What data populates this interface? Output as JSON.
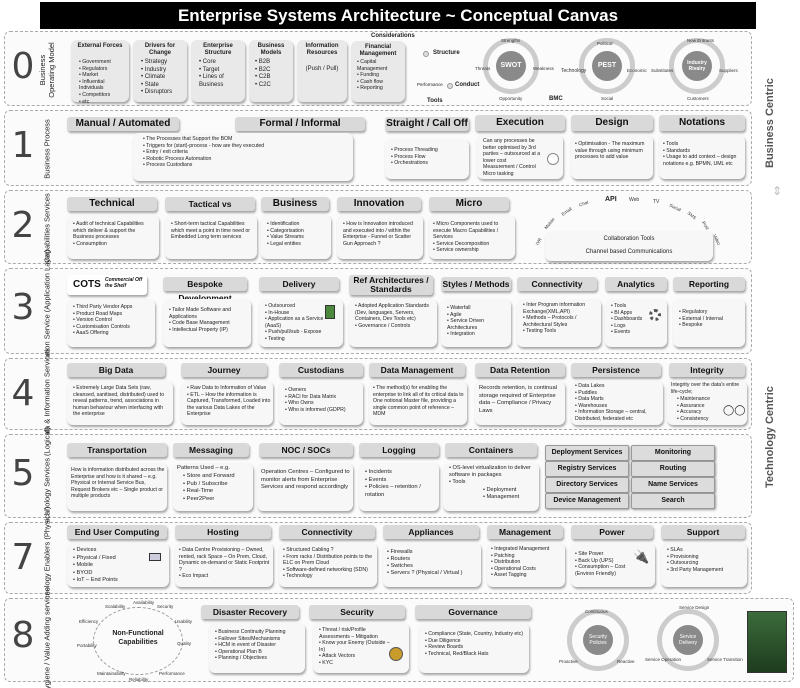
{
  "title": "Enterprise Systems Architecture ~ Conceptual Canvas",
  "side_labels": {
    "business": "Business Centric",
    "technology": "Technology Centric"
  },
  "rows": {
    "r0": {
      "num": "0",
      "label": "Business Operating Model",
      "boxes": {
        "ext": {
          "title": "External Forces",
          "items": [
            "Government",
            "Regulators",
            "Market",
            "Influential Individuals",
            "Competitors",
            "etc"
          ]
        },
        "drivers": {
          "title": "Drivers for Change",
          "items": [
            "Strategy",
            "Industry",
            "Climate",
            "State",
            "Disruptors"
          ]
        },
        "structure": {
          "title": "Enterprise Structure",
          "items": [
            "Core",
            "Target",
            "Lines of Business"
          ]
        },
        "models": {
          "title": "Business Models",
          "items": [
            "B2B",
            "B2C",
            "C2B",
            "C2C"
          ]
        },
        "info": {
          "title": "Information Resources",
          "body": "(Push / Pull)"
        },
        "considerations": "Considerations",
        "financial": {
          "title": "Financial Management",
          "items": [
            "Capital Management",
            "Funding",
            "Cash flow",
            "Reporting"
          ]
        }
      },
      "diagram": {
        "tools": "Tools",
        "structure": "Structure",
        "conduct": "Conduct",
        "performance": "Performance",
        "swot": "SWOT",
        "strengths": "Strengths",
        "weakness": "Weakness",
        "opportunity": "Opportunity",
        "threats": "Threats",
        "bmc": "BMC",
        "technology": "Technology",
        "pest": "PEST",
        "political": "Political",
        "economic": "Economic",
        "social": "Social",
        "rivalry": "Industry Rivalry",
        "new_entrants": "New Entrants",
        "substitutes": "Substitutes",
        "suppliers": "Suppliers",
        "customers": "Customers"
      }
    },
    "r1": {
      "num": "1",
      "label": "Business Process",
      "headers": {
        "manual": "Manual / Automated",
        "formal": "Formal / Informal",
        "straight": "Straight / Call Off",
        "execution": "Execution",
        "design": "Design",
        "notations": "Notations"
      },
      "items": {
        "main": [
          "The Processes that Support the BOM",
          "Triggers for (start)-process - how are they executed",
          "Entry / exit criteria",
          "Robotic Process Automation",
          "Process Custodians"
        ],
        "straight": [
          "Process Threading",
          "Process Flow",
          "Orchestrations"
        ],
        "execution": [
          "Can any processes be better optimised by 3rd parties – outsourced at a lower cost",
          "Measurement / Control",
          "Micro tasking"
        ],
        "design": [
          "Optimisation - The maximum value through using minimum processes to add value"
        ],
        "notations": [
          "Tools",
          "Standards",
          "Usage to add context – design notations e.g. BPMN, UML etc"
        ]
      }
    },
    "r2": {
      "num": "2",
      "label": "Capabilities Services",
      "headers": {
        "technical": "Technical",
        "tactical": "Tactical vs Operational",
        "business": "Business",
        "innovation": "Innovation",
        "micro": "Micro"
      },
      "items": {
        "technical": [
          "Audit of technical Capabilities which deliver & support the Business processes",
          "Consumption"
        ],
        "tactical": [
          "Short-term tactical Capabilities which meet a point in time need or Embedded Long term services"
        ],
        "business": [
          "Identification",
          "Categorisation",
          "Value Streams",
          "Legal entities"
        ],
        "innovation": [
          "How is Innovation introduced and executed into / within the Enterprise - Funnel or Scatter Gun Approach ?"
        ],
        "micro": [
          "Micro Components used to execute Macro Capabilities / Services",
          "Service Decomposition",
          "Service ownership"
        ]
      },
      "collab": {
        "title": "Collaboration Tools",
        "channel": "Channel based Communications",
        "api": "API",
        "web": "Web",
        "tv": "TV",
        "ivr": "IVR",
        "mobile": "Mobile",
        "email": "Email",
        "chat": "Chat",
        "social": "Social",
        "sms": "SMS",
        "post": "Post",
        "video": "Video"
      }
    },
    "r3": {
      "num": "3",
      "label": "Execution Service (Application Layer)",
      "headers": {
        "cots": "COTS",
        "cots_sub": "Commercial Off the Shelf",
        "bespoke": "Bespoke Development",
        "delivery": "Delivery",
        "ref": "Ref Architectures / Standards",
        "styles": "Styles / Methods",
        "connectivity": "Connectivity",
        "analytics": "Analytics",
        "reporting": "Reporting"
      },
      "items": {
        "cots": [
          "Third Party Vendor Apps",
          "Product Road Maps",
          "Version Control",
          "Customisation Controls",
          "AaaS Offering"
        ],
        "bespoke": [
          "Tailor Made Software and Applications",
          "Code Base Management",
          "Intellectual Property (IP)"
        ],
        "delivery": [
          "Outsourced",
          "In-House",
          "Application as a Service (AaaS)",
          "Push/pull/sub - Expose",
          "Testing"
        ],
        "ref": [
          "Adopted Application Standards (Dev, languages, Servers, Containers, Dev Tools etc)",
          "Governance / Controls"
        ],
        "styles": [
          "Waterfall",
          "Agile",
          "Service Driven Architectures",
          "Integration"
        ],
        "connectivity": [
          "Inter Program information Exchange(XML,API)",
          "Methods – Protocols / Architectural Styles",
          "Testing Tools"
        ],
        "analytics": [
          "Tools",
          "BI Apps",
          "Dashboards",
          "Logs",
          "Events"
        ],
        "reporting": [
          "Regulatory",
          "External / Internal",
          "Bespoke"
        ]
      }
    },
    "r4": {
      "num": "4",
      "label": "Data & Information Services",
      "headers": {
        "bigdata": "Big Data",
        "journey": "Journey",
        "custodians": "Custodians",
        "dm": "Data Management",
        "retention": "Data Retention",
        "persistence": "Persistence",
        "integrity": "Integrity"
      },
      "items": {
        "bigdata": [
          "Extremely Large Data Sets (raw, cleansed, sanitised, distributed) used to reveal patterns, trend, associations in human behaviour when interfacing with the enterprise"
        ],
        "journey": [
          "Raw Data to Information of Value",
          "ETL – How the information is Captured, Transformed, Loaded into the various Data Lakes of the Enterprise"
        ],
        "custodians": [
          "Owners",
          "RACI for Data Matrix",
          "Who Owns",
          "Who is informed (GDPR)"
        ],
        "dm": [
          "The method(s) for enabling the enterprise to link all of its critical data to One notional Master file, providing a single common point of reference – MDM"
        ],
        "retention": "Records retention, is continual storage required of Enterprise data – Compliance / Privacy Laws",
        "persistence": [
          "Data Lakes",
          "Puddles",
          "Data Marts",
          "Warehouses",
          "Information Storage – central, Distributed, federated etc"
        ],
        "integrity": {
          "intro": "Integrity over the data's entire life-cycle;",
          "items": [
            "Maintenance",
            "Assurance",
            "Accuracy",
            "Consistency"
          ]
        }
      }
    },
    "r5": {
      "num": "5",
      "label": "Technology Services (Logical)",
      "headers": {
        "transportation": "Transportation",
        "messaging": "Messaging",
        "noc": "NOC / SOCs",
        "logging": "Logging",
        "containers": "Containers"
      },
      "items": {
        "transportation": "How is information distributed across the Enterprise and how is it shared – e.g. Physical or Internal Service Bus, Request Brokers etc – Single product or multiple products",
        "messaging": {
          "intro": "Patterns Used – e.g.",
          "items": [
            "Store and Forward",
            "Pub / Subscribe",
            "Real-Time",
            "Peer2Peer"
          ]
        },
        "noc": "Operation Centres – Configured to monitor alerts from Enterprise Services and respond accordingly",
        "logging": [
          "Incidents",
          "Events",
          "Policies – retention / rotation"
        ],
        "containers": {
          "first": "OS-level virtualization to deliver software in packages",
          "tools": "Tools",
          "sub": [
            "Deployment",
            "Management"
          ]
        }
      },
      "buttons": {
        "deployment": "Deployment Services",
        "monitoring": "Monitoring",
        "registry": "Registry Services",
        "routing": "Routing",
        "directory": "Directory Services",
        "name": "Name Services",
        "device": "Device Management",
        "search": "Search"
      }
    },
    "r7": {
      "num": "7",
      "label": "Technology Enablers (Physical)",
      "headers": {
        "euc": "End User Computing",
        "hosting": "Hosting",
        "connectivity": "Connectivity",
        "appliances": "Appliances",
        "management": "Management",
        "power": "Power",
        "support": "Support"
      },
      "items": {
        "euc": [
          "Devices",
          "Physical / Fixed",
          "Mobile",
          "BYOD",
          "IoT – End Points"
        ],
        "hosting": [
          "Data Centre Provisioning – Owned, rented, rack Space – On Prem, Cloud, Dynamic on-demand or Static Footprint ?",
          "Eco Impact"
        ],
        "connectivity": [
          "Structured Cabling ?",
          "From racks / Distribution points to the ELC on Prem Cloud",
          "Software-defined networking (SDN)",
          "Technology"
        ],
        "appliances": [
          "Firewalls",
          "Routers",
          "Switches",
          "Servers ? (Physical / Virtual )"
        ],
        "management": [
          "Integrated Management",
          "Patching",
          "Distribution",
          "Operational Costs",
          "Asset Tagging"
        ],
        "power": [
          "Site Power",
          "Back Up (UPS)",
          "Consumption – Cost (Environ Friendly)"
        ],
        "support": [
          "SLAs",
          "Provisioning",
          "Outsourcing",
          "3rd Party Management"
        ]
      }
    },
    "r8": {
      "num": "8",
      "label": "Hygiene / Value Adding services",
      "nfc": "Non-Functional Capabilities",
      "nfc_ring": [
        "Scalability",
        "Availability",
        "Security",
        "Usability",
        "Quality",
        "Performance",
        "Reliability",
        "Maintainability",
        "Portability",
        "Efficiency"
      ],
      "headers": {
        "dr": "Disaster Recovery",
        "security": "Security",
        "governance": "Governance"
      },
      "items": {
        "dr": [
          "Business Continuity Planning",
          "Failover Sites/Mechanisms",
          "HCM in event of Disaster",
          "Operational Plan B",
          "Planning / Objectives"
        ],
        "security": [
          "Threat / risk/Profile Assessments – Mitigation",
          "Know your Enemy (Outside – In)",
          "Attack Vectors",
          "KYC"
        ],
        "governance": [
          "Compliance (State, Country, Industry etc)",
          "Due Diligence",
          "Review Boards",
          "Technical, Red/Black Hats"
        ]
      },
      "ring1": {
        "center": "Security Policies",
        "top": "Continuous",
        "left": "Proactive",
        "right": "Reactive"
      },
      "ring2": {
        "center": "Service Delivery",
        "top": "Service Design",
        "left": "Service Operation",
        "right": "Service Transition"
      }
    }
  }
}
